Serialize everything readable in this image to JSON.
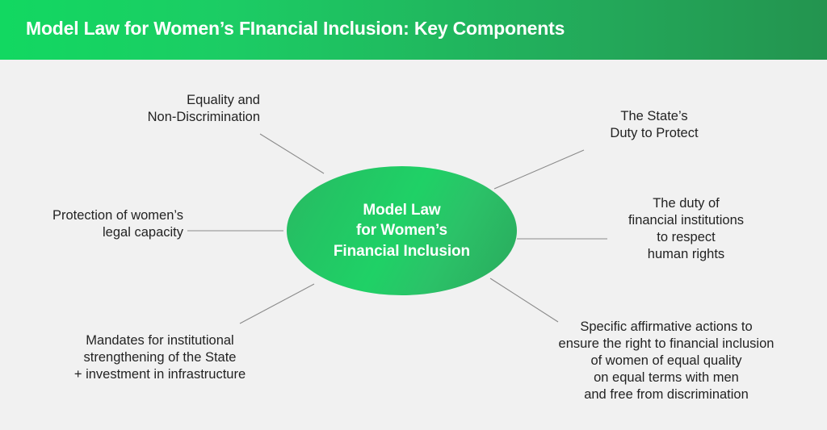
{
  "header": {
    "title": "Model Law for Women’s FInancial Inclusion: Key Components",
    "gradient_from": "#12d861",
    "gradient_to": "#23944f"
  },
  "canvas": {
    "background": "#f1f1f1",
    "connector_color": "#8a8a8a"
  },
  "diagram": {
    "type": "radial-mind-map",
    "center": {
      "label": "Model Law\nfor Women’s\nFinancial Inclusion",
      "shape": "ellipse",
      "fill_from": "#29b862",
      "fill_to": "#1fd166",
      "text_color": "#ffffff"
    },
    "nodes": [
      {
        "id": "equality",
        "label": "Equality and\nNon-Discrimination",
        "position": "top-left",
        "align": "right"
      },
      {
        "id": "legal-capacity",
        "label": "Protection of women’s\nlegal capacity",
        "position": "mid-left",
        "align": "right"
      },
      {
        "id": "mandates",
        "label": "Mandates for institutional\nstrengthening of the State\n+ investment in infrastructure",
        "position": "bottom-left",
        "align": "center"
      },
      {
        "id": "state-duty",
        "label": "The State’s\nDuty to Protect",
        "position": "top-right",
        "align": "center"
      },
      {
        "id": "financial-institutions",
        "label": "The duty of\nfinancial institutions\nto respect\nhuman rights",
        "position": "mid-right",
        "align": "center"
      },
      {
        "id": "affirmative-actions",
        "label": "Specific affirmative actions to\nensure the right to financial inclusion\nof women of equal quality\non equal terms with men\nand free from discrimination",
        "position": "bottom-right",
        "align": "center"
      }
    ]
  }
}
